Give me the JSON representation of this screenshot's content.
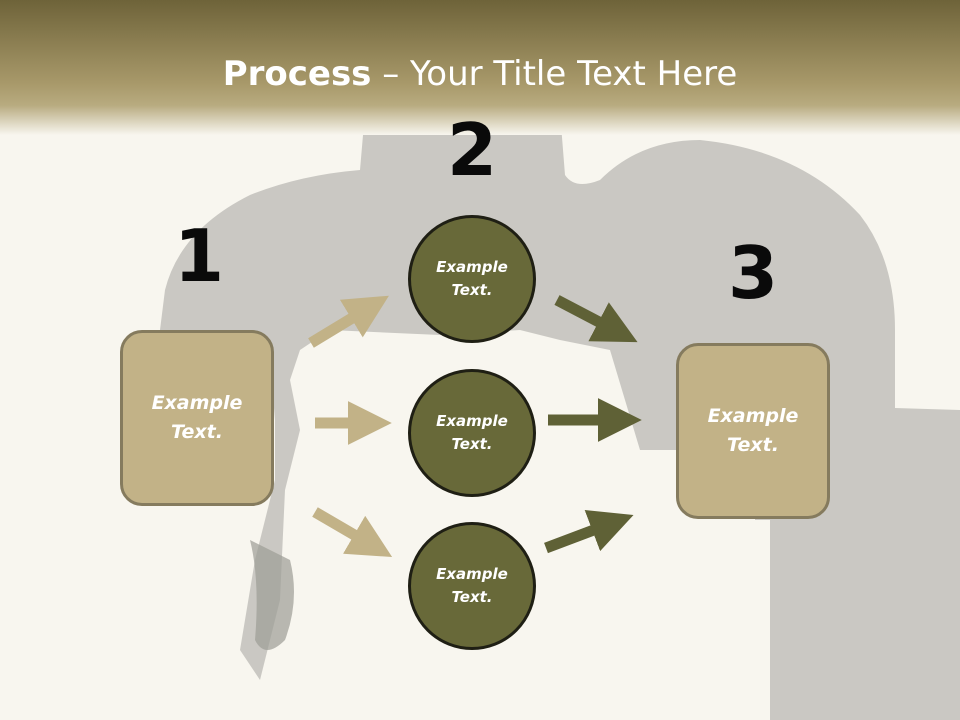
{
  "title": {
    "bold": "Process",
    "rest": " – Your Title Text Here"
  },
  "steps": {
    "one": {
      "number": "1",
      "text_line1": "Example",
      "text_line2": "Text."
    },
    "two": {
      "number": "2"
    },
    "three": {
      "number": "3",
      "text_line1": "Example",
      "text_line2": "Text."
    }
  },
  "circles": [
    {
      "text_line1": "Example",
      "text_line2": "Text."
    },
    {
      "text_line1": "Example",
      "text_line2": "Text."
    },
    {
      "text_line1": "Example",
      "text_line2": "Text."
    }
  ],
  "colors": {
    "box_fill": "#c2b287",
    "circle_fill": "#686939",
    "arrow_light": "#c2b287",
    "arrow_dark": "#5f6136"
  }
}
